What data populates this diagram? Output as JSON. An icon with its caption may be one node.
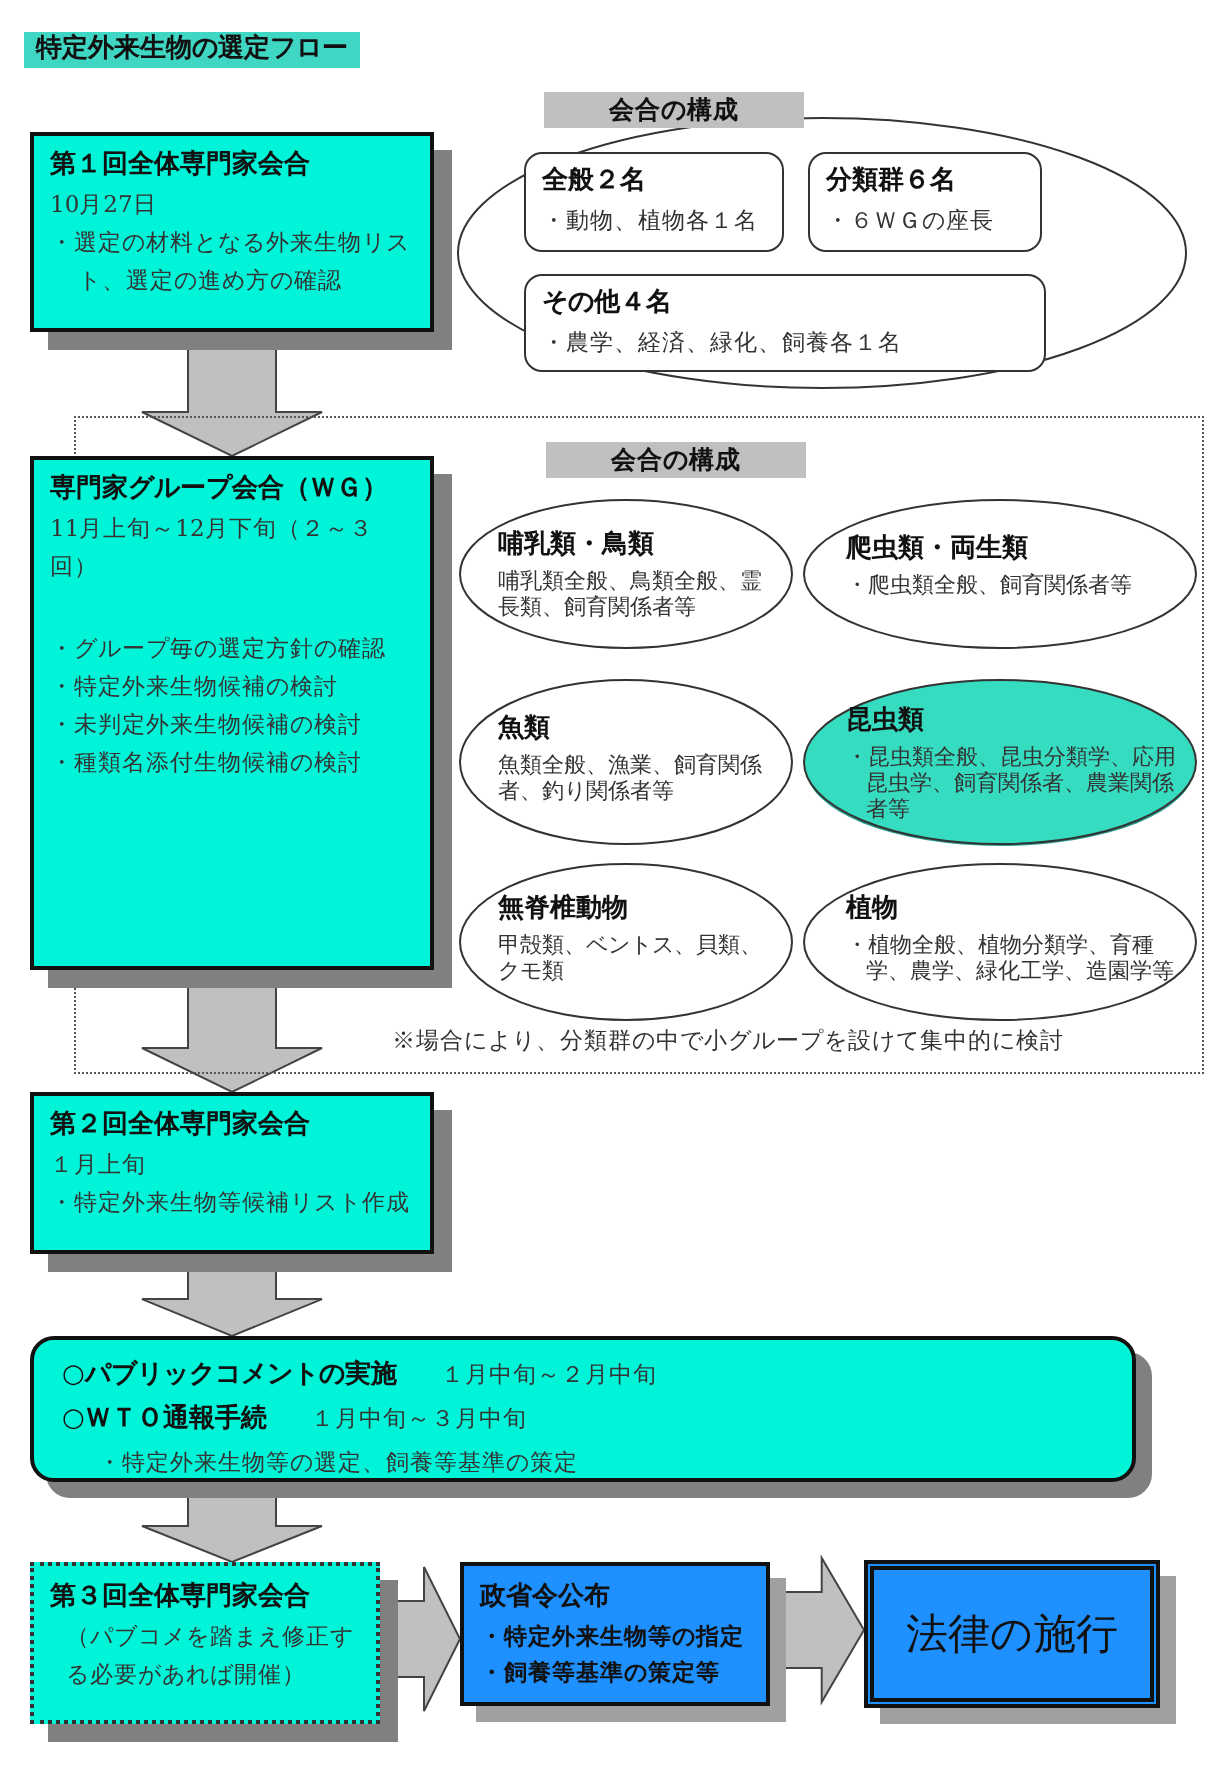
{
  "diagram": {
    "title": "特定外来生物の選定フロー",
    "nodes": [
      {
        "text": [
          "第１回全体専門家会合",
          "10月27日",
          "・選定の材料となる外来生物リスト、選定の進め方の確認"
        ]
      },
      {
        "text": [
          "会合の構成"
        ]
      },
      {
        "text": [
          "全般２名",
          "・動物、植物各１名"
        ],
        "in": 1
      },
      {
        "text": [
          "分類群６名",
          "・６ＷＧの座長"
        ],
        "in": 1
      },
      {
        "text": [
          "その他４名",
          "・農学、経済、緑化、飼養各１名"
        ],
        "in": 1
      },
      {
        "text": [
          "会合の構成",
          "※場合により、分類群の中で小グループを設けて集中的に検討"
        ]
      },
      {
        "text": [
          "専門家グループ会合（ＷＧ）",
          "11月上旬～12月下旬（２～３回）",
          "・グループ毎の選定方針の確認",
          "・特定外来生物候補の検討",
          "・未判定外来生物候補の検討",
          "・種類名添付生物候補の検討"
        ]
      },
      {
        "text": [
          "哺乳類・鳥類",
          "哺乳類全般、鳥類全般、霊長類、飼育関係者等"
        ],
        "in": 5
      },
      {
        "text": [
          "爬虫類・両生類",
          "・爬虫類全般、飼育関係者等"
        ],
        "in": 5
      },
      {
        "text": [
          "魚類",
          "魚類全般、漁業、飼育関係者、釣り関係者等"
        ],
        "in": 5
      },
      {
        "text": [
          "昆虫類",
          "・昆虫類全般、昆虫分類学、応用昆虫学、飼育関係者、農業関係者等"
        ],
        "in": 5
      },
      {
        "text": [
          "無脊椎動物",
          "甲殻類、ベントス、貝類、クモ類"
        ],
        "in": 5
      },
      {
        "text": [
          "植物",
          "・植物全般、植物分類学、育種学、農学、緑化工学、造園学等"
        ],
        "in": 5
      },
      {
        "text": [
          "第２回全体専門家会合",
          "１月上旬",
          "・特定外来生物等候補リスト作成"
        ]
      },
      {
        "text": [
          "○パブリックコメントの実施",
          "１月中旬～２月中旬",
          "○ＷＴＯ通報手続",
          "１月中旬～３月中旬",
          "・特定外来生物等の選定、飼養等基準の策定"
        ]
      },
      {
        "text": [
          "第３回全体専門家会合",
          "（パブコメを踏まえ修正する必要があれば開催）"
        ]
      },
      {
        "text": [
          "政省令公布",
          "・特定外来生物等の指定",
          "・飼養等基準の策定等"
        ]
      },
      {
        "text": [
          "法律の施行"
        ]
      }
    ],
    "edges": [
      {
        "from": 0,
        "to": 6,
        "arrow": "to"
      },
      {
        "from": 6,
        "to": 13,
        "arrow": "to"
      },
      {
        "from": 13,
        "to": 14,
        "arrow": "to"
      },
      {
        "from": 14,
        "to": 15,
        "arrow": "to"
      },
      {
        "from": 15,
        "to": 16,
        "arrow": "to"
      },
      {
        "from": 16,
        "to": 17,
        "arrow": "to"
      }
    ]
  }
}
